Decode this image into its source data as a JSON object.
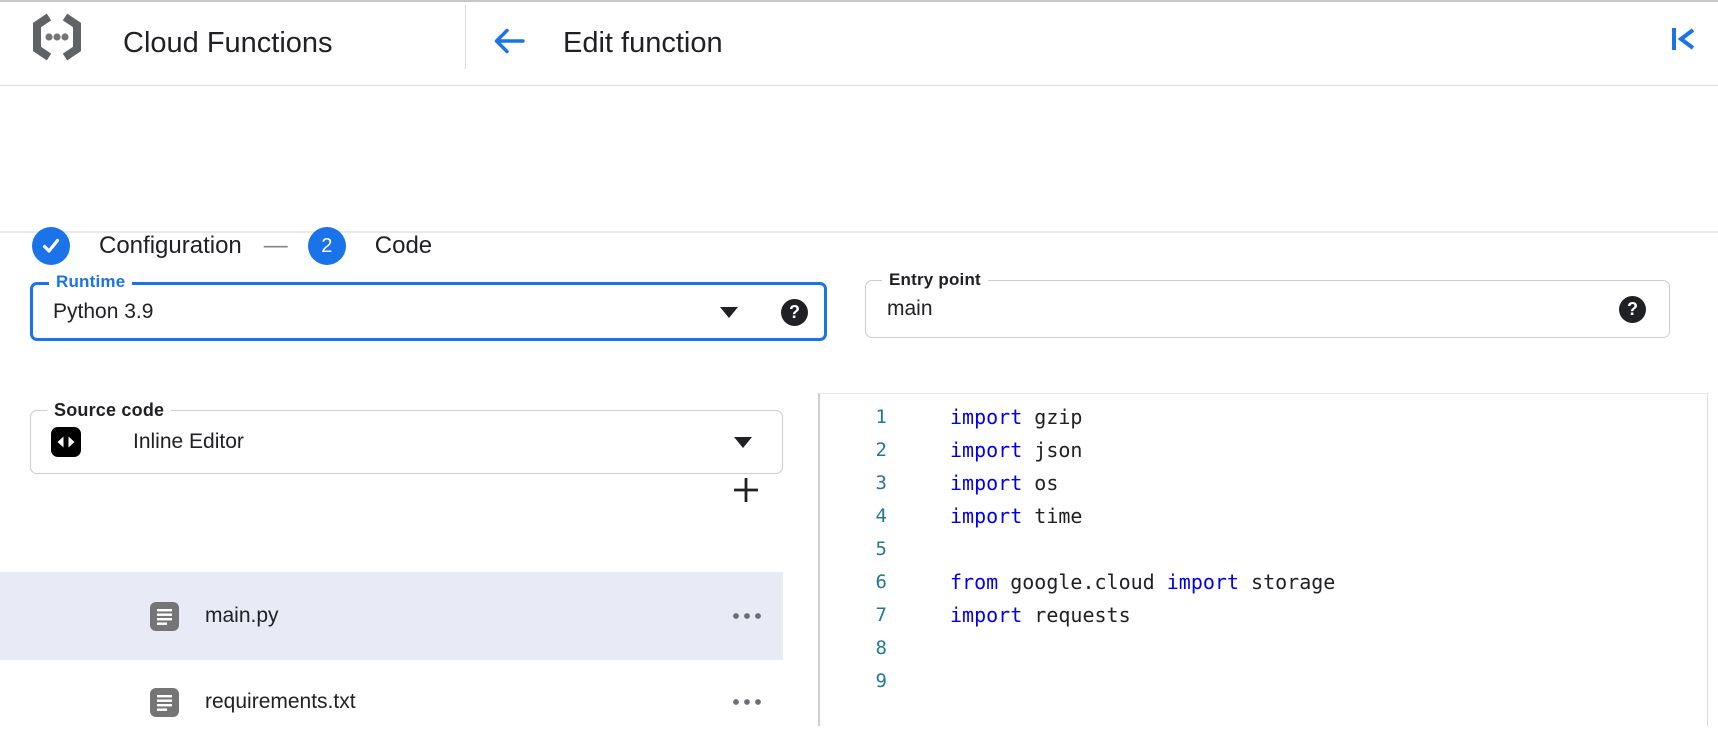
{
  "colors": {
    "accent": "#1a73e8",
    "selected_row_bg": "#e8eaf6",
    "keyword": "#0000ee",
    "line_number": "#237893",
    "divider": "#dadce0",
    "text": "#202124"
  },
  "header": {
    "product": "Cloud Functions",
    "page_title": "Edit function"
  },
  "stepper": {
    "connector": "—",
    "steps": [
      {
        "label": "Configuration",
        "state": "completed"
      },
      {
        "label": "Code",
        "number": "2",
        "state": "current"
      }
    ]
  },
  "form": {
    "runtime": {
      "label": "Runtime",
      "value": "Python 3.9"
    },
    "entry_point": {
      "label": "Entry point",
      "value": "main"
    },
    "source_code": {
      "label": "Source code",
      "value": "Inline Editor"
    }
  },
  "file_explorer": {
    "files": [
      {
        "name": "main.py",
        "selected": true
      },
      {
        "name": "requirements.txt",
        "selected": false
      }
    ]
  },
  "editor": {
    "lines": [
      {
        "n": "1",
        "tokens": [
          {
            "t": "import",
            "k": true
          },
          {
            "t": " gzip"
          }
        ]
      },
      {
        "n": "2",
        "tokens": [
          {
            "t": "import",
            "k": true
          },
          {
            "t": " json"
          }
        ]
      },
      {
        "n": "3",
        "tokens": [
          {
            "t": "import",
            "k": true
          },
          {
            "t": " os"
          }
        ]
      },
      {
        "n": "4",
        "tokens": [
          {
            "t": "import",
            "k": true
          },
          {
            "t": " time"
          }
        ]
      },
      {
        "n": "5",
        "tokens": []
      },
      {
        "n": "6",
        "tokens": [
          {
            "t": "from",
            "k": true
          },
          {
            "t": " google.cloud "
          },
          {
            "t": "import",
            "k": true
          },
          {
            "t": " storage"
          }
        ]
      },
      {
        "n": "7",
        "tokens": [
          {
            "t": "import",
            "k": true
          },
          {
            "t": " requests"
          }
        ]
      },
      {
        "n": "8",
        "tokens": []
      },
      {
        "n": "9",
        "tokens": []
      }
    ]
  }
}
